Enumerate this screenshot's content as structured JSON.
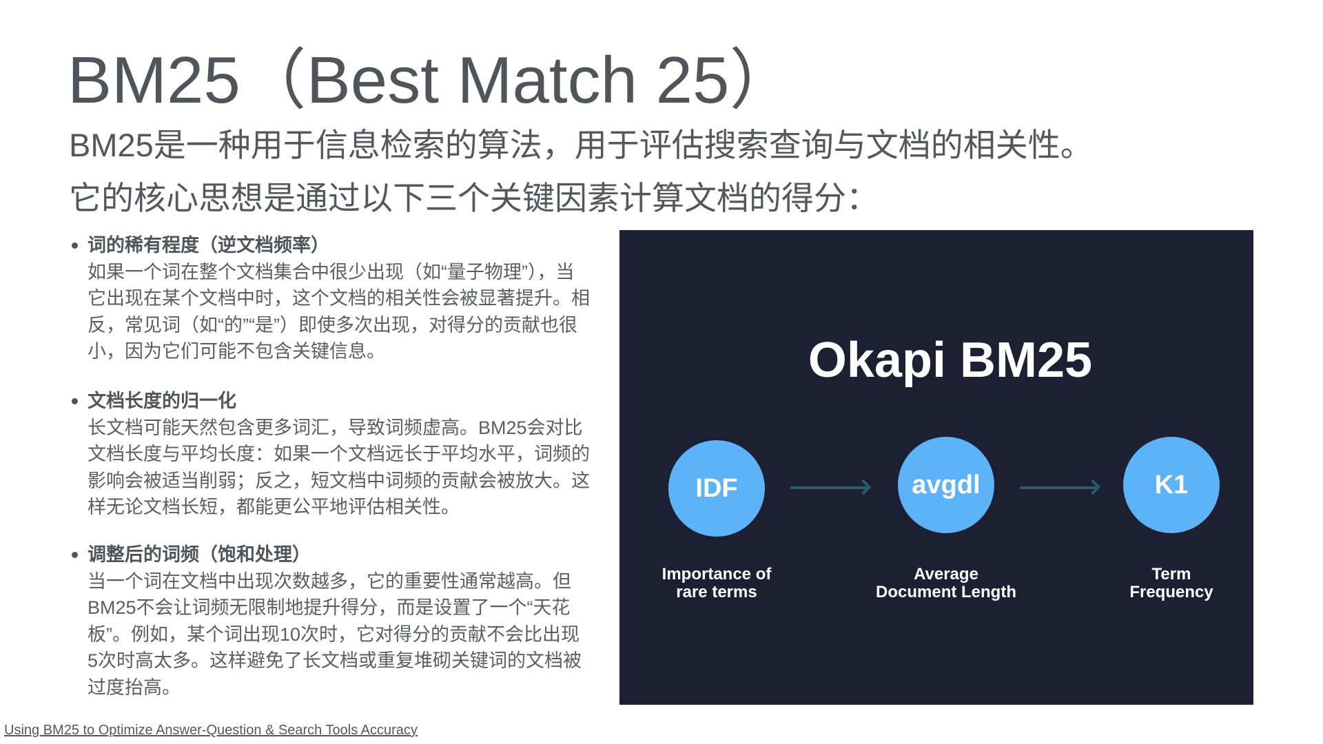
{
  "title": "BM25（Best Match 25）",
  "subtitle": [
    "BM25是一种用于信息检索的算法，用于评估搜索查询与文档的相关性。",
    "它的核心思想是通过以下三个关键因素计算文档的得分："
  ],
  "sections": [
    {
      "heading": "词的稀有程度（逆文档频率）",
      "lines": [
        "如果一个词在整个文档集合中很少出现（如“量子物理”），当",
        "它出现在某个文档中时，这个文档的相关性会被显著提升。相",
        "反，常见词（如“的”“是”）即使多次出现，对得分的贡献也很",
        "小，因为它们可能不包含关键信息。"
      ]
    },
    {
      "heading": "文档长度的归一化",
      "lines": [
        "长文档可能天然包含更多词汇，导致词频虚高。BM25会对比",
        "文档长度与平均长度：如果一个文档远长于平均水平，词频的",
        "影响会被适当削弱；反之，短文档中词频的贡献会被放大。这",
        "样无论文档长短，都能更公平地评估相关性。"
      ]
    },
    {
      "heading": "调整后的词频（饱和处理）",
      "lines": [
        "当一个词在文档中出现次数越多，它的重要性通常越高。但",
        "BM25不会让词频无限制地提升得分，而是设置了一个“天花",
        "板”。例如，某个词出现10次时，它对得分的贡献不会比出现",
        "5次时高太多。这样避免了长文档或重复堆砌关键词的文档被",
        "过度抬高。"
      ]
    }
  ],
  "diagram": {
    "title": "Okapi BM25",
    "nodes": [
      {
        "label": "IDF",
        "caption": [
          "Importance of",
          "rare terms"
        ]
      },
      {
        "label": "avgdl",
        "caption": [
          "Average",
          "Document Length"
        ]
      },
      {
        "label": "K1",
        "caption": [
          "Term",
          "Frequency"
        ]
      }
    ],
    "colors": {
      "background": "#1d1f33",
      "node": "#5db3f7",
      "arrow": "#2e5a70"
    }
  },
  "source_link": "Using BM25 to Optimize Answer-Question & Search Tools Accuracy"
}
